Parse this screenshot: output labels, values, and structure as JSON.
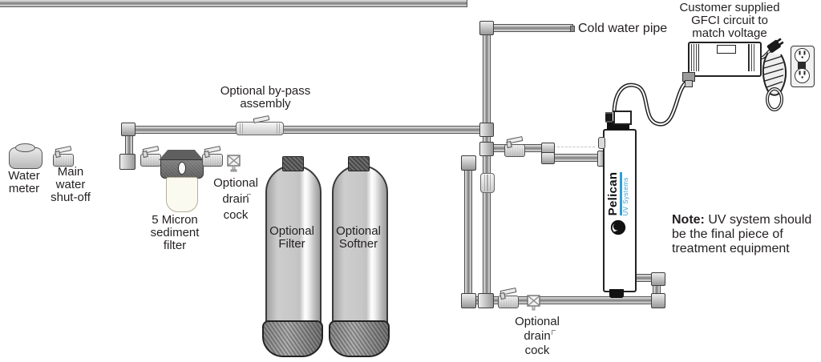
{
  "colors": {
    "accent_blue": "#2e9fd4",
    "pipe_gray": "#b6b6b6",
    "dark_gray": "#4f4f4f",
    "text": "#231f20"
  },
  "labels": {
    "water_meter": "Water\nmeter",
    "main_shutoff": "Main\nwater\nshut-off",
    "sediment_filter": "5 Micron\nsediment\nfilter",
    "bypass_assembly": "Optional by-pass\nassembly",
    "drain_cock_left": "Optional\ndrain\ncock",
    "tank_filter": "Optional\nFilter",
    "tank_softner": "Optional\nSoftner",
    "cold_water_pipe": "Cold water pipe",
    "gfci": "Customer supplied\nGFCI circuit to\nmatch voltage",
    "drain_cock_right": "Optional\ndrain\ncock",
    "note_title": "Note:",
    "note_body": " UV system should be the final piece of treatment equipment"
  },
  "uv_unit": {
    "brand": "Pelican",
    "sub_brand": "UV Systems"
  }
}
